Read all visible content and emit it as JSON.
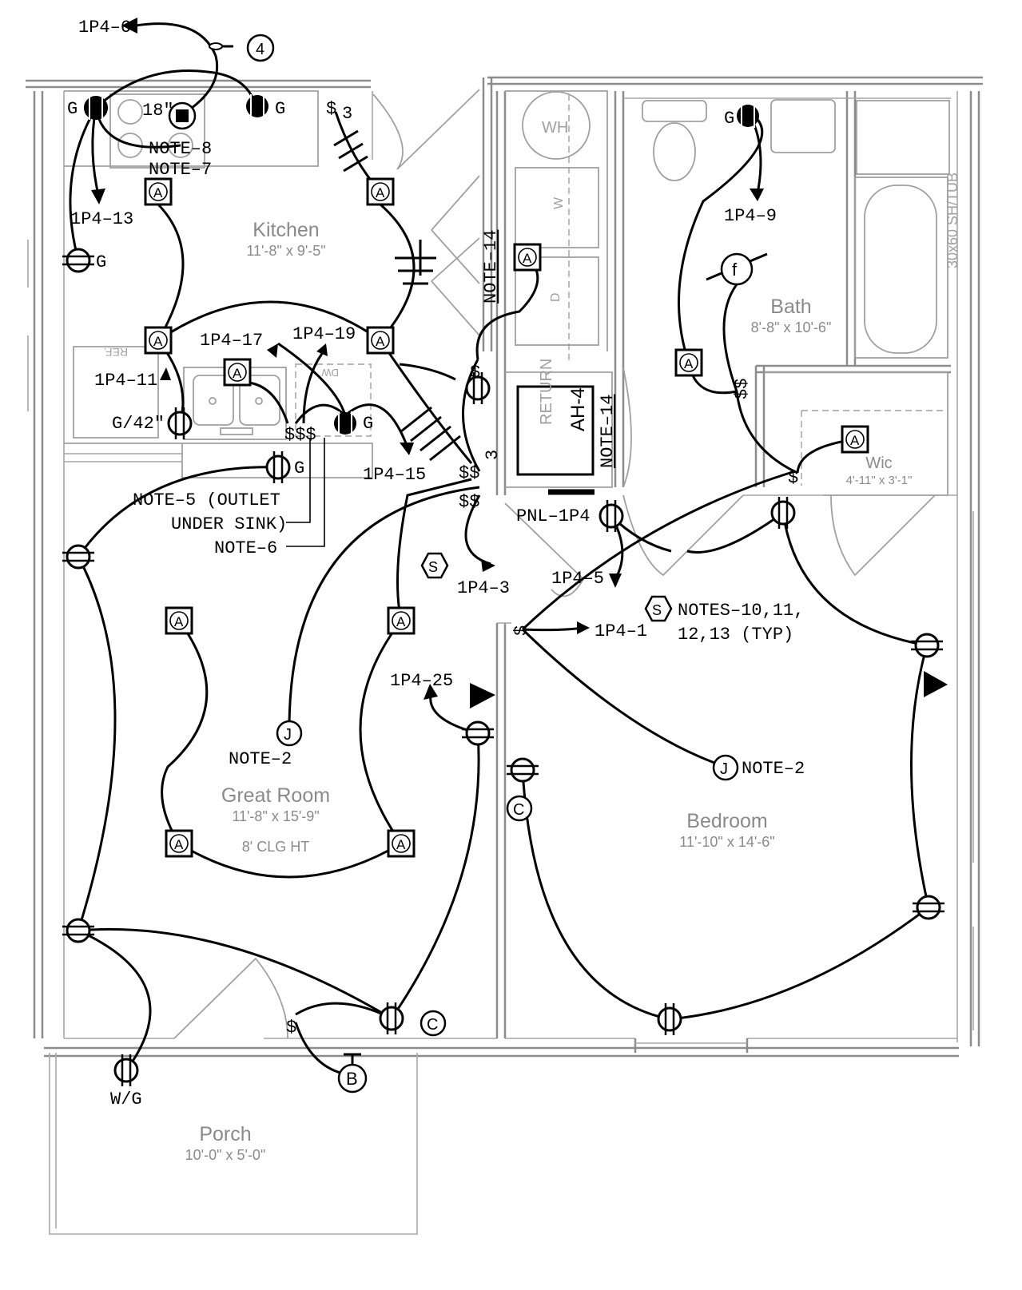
{
  "rooms": {
    "kitchen": {
      "name": "Kitchen",
      "dims": "11'-8\" x 9'-5\""
    },
    "bath": {
      "name": "Bath",
      "dims": "8'-8\" x 10'-6\""
    },
    "wic": {
      "name": "Wic",
      "dims": "4'-11\" x 3'-1\""
    },
    "great_room": {
      "name": "Great Room",
      "dims": "11'-8\" x 15'-9\"",
      "note": "8' CLG HT"
    },
    "bedroom": {
      "name": "Bedroom",
      "dims": "11'-10\" x 14'-6\""
    },
    "porch": {
      "name": "Porch",
      "dims": "10'-0\" x 5'-0\""
    }
  },
  "equipment": {
    "wh": "WH",
    "washer": "W",
    "dryer": "D",
    "ref": "REF.",
    "dw": "DW",
    "ah": "AH-4",
    "return": "RETURN",
    "tub": "30x60 SH/TUB"
  },
  "labels": {
    "circuit_1p4_6": "1P4–6",
    "circuit_1p4_13": "1P4–13",
    "circuit_1p4_11": "1P4–11",
    "circuit_1p4_17": "1P4–17",
    "circuit_1p4_19": "1P4–19",
    "circuit_1p4_15": "1P4–15",
    "circuit_1p4_9": "1P4–9",
    "circuit_1p4_3": "1P4–3",
    "circuit_1p4_5": "1P4–5",
    "circuit_1p4_1": "1P4–1",
    "circuit_1p4_25": "1P4–25",
    "note_8": "NOTE–8",
    "note_7": "NOTE–7",
    "note_14a": "NOTE–14",
    "note_14b": "NOTE–14",
    "note_5_line1": "NOTE–5 (OUTLET",
    "note_5_line2": "UNDER SINK)",
    "note_6": "NOTE–6",
    "note_2a": "NOTE–2",
    "note_2b": "NOTE–2",
    "notes_10_line1": "NOTES–10,11,",
    "notes_10_line2": "12,13 (TYP)",
    "panel": "PNL–1P4",
    "range_size": "18\"",
    "g_42": "G/42\"",
    "wg": "W/G",
    "g": "G",
    "keynote_4": "4",
    "fan_f": "f",
    "three_way": "3"
  },
  "symbols": {
    "a": "A",
    "j": "J",
    "s": "S",
    "c": "C",
    "b": "B",
    "switch": "$",
    "switch_triple": "$$$",
    "switch_double": "$$"
  }
}
